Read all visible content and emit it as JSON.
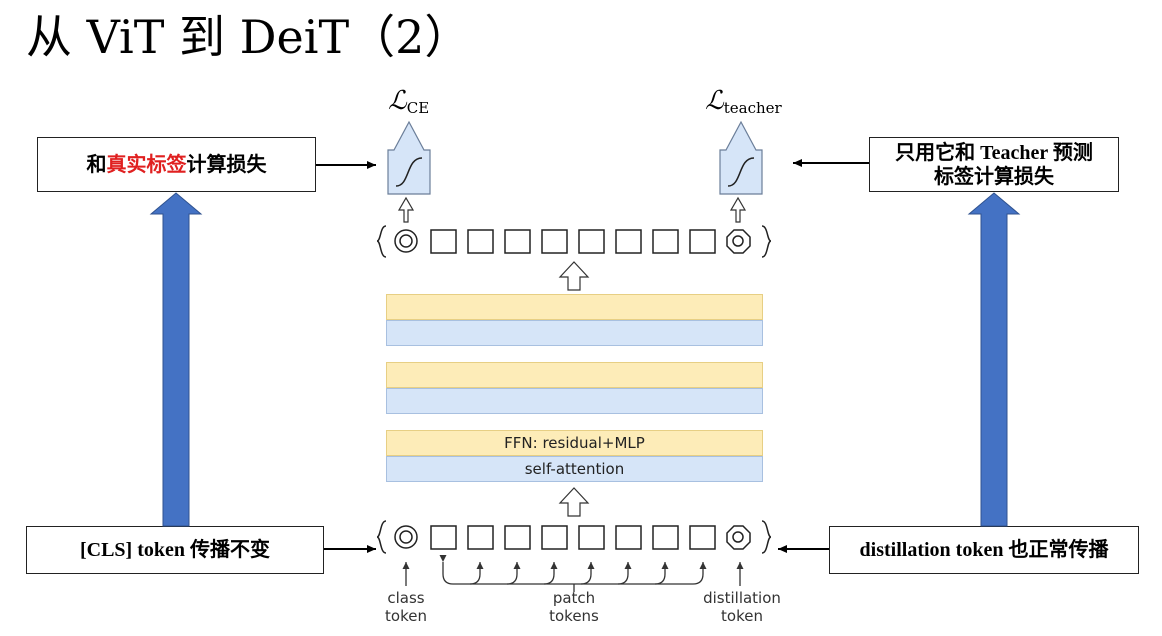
{
  "slide": {
    "title": "从 ViT 到 DeiT（2）"
  },
  "callouts": {
    "top_left": {
      "prefix": "和",
      "highlight": "真实标签",
      "suffix": "计算损失",
      "highlight_color": "#e02020"
    },
    "top_right": {
      "line1": "只用它和 Teacher 预测",
      "line2": "标签计算损失"
    },
    "bottom_left": {
      "text": "[CLS] token 传播不变"
    },
    "bottom_right": {
      "text": "distillation token 也正常传播"
    }
  },
  "diagram": {
    "loss_ce": {
      "symbol": "ℒ",
      "subscript": "CE"
    },
    "loss_teacher": {
      "symbol": "ℒ",
      "subscript": "teacher"
    },
    "layers": {
      "ffn": "FFN: residual+MLP",
      "attention": "self-attention"
    },
    "token_labels": {
      "class": "class\ntoken",
      "patch": "patch\ntokens",
      "distillation": "distillation\ntoken"
    },
    "patch_token_count": 8,
    "colors": {
      "ffn": "#fdecb8",
      "attention": "#d6e5f8",
      "big_arrow": "#4472c4",
      "loss_box": "#d6e5f8"
    }
  }
}
